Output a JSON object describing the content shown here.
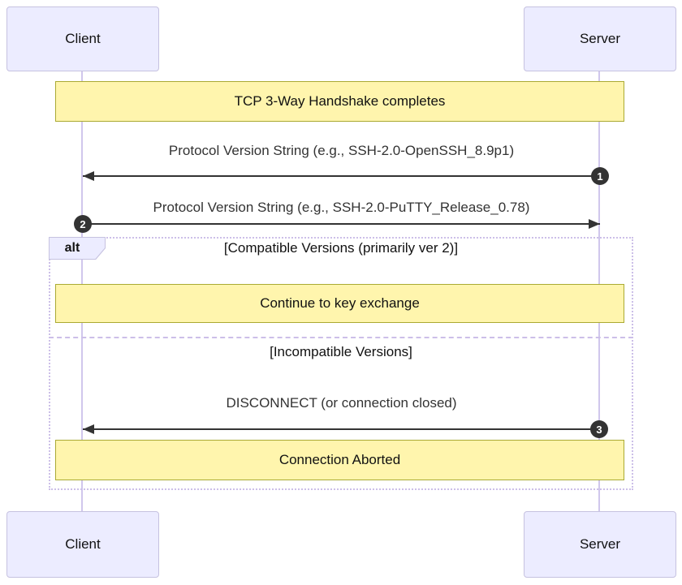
{
  "diagram": {
    "type": "sequence",
    "actors": {
      "client": "Client",
      "server": "Server"
    },
    "notes": [
      {
        "text": "TCP 3-Way Handshake completes"
      },
      {
        "text": "Continue to key exchange"
      },
      {
        "text": "Connection Aborted"
      }
    ],
    "messages": [
      {
        "num": "1",
        "text": "Protocol Version String (e.g., SSH-2.0-OpenSSH_8.9p1)",
        "from": "Server",
        "to": "Client",
        "direction": "server-to-client"
      },
      {
        "num": "2",
        "text": "Protocol Version String (e.g., SSH-2.0-PuTTY_Release_0.78)",
        "from": "Client",
        "to": "Server",
        "direction": "client-to-server"
      },
      {
        "num": "3",
        "text": "DISCONNECT (or connection closed)",
        "from": "Server",
        "to": "Client",
        "direction": "server-to-client"
      }
    ],
    "alt": {
      "label": "alt",
      "branches": [
        {
          "condition": "[Compatible Versions (primarily ver 2)]"
        },
        {
          "condition": "[Incompatible Versions]"
        }
      ]
    },
    "colors": {
      "bg": "#ffffff",
      "actor_fill": "#ececff",
      "actor_border": "#c6c2e0",
      "note_fill": "#fff5ad",
      "note_border": "#aaaa33",
      "lifeline": "#d0c7ec",
      "frame_border": "#ccbfe8",
      "message_color": "#333333",
      "number_fill": "#333333",
      "number_text": "#ffffff"
    }
  }
}
